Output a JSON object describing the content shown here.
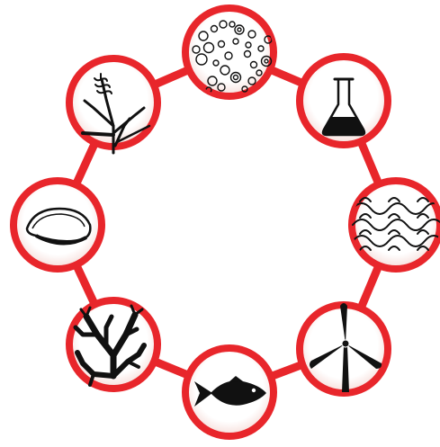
{
  "colors": {
    "ring": "#e8262b",
    "icon": "#111111",
    "node_fill_center": "#ffffff",
    "node_fill_edge": "#f6dcd8"
  },
  "nodes": [
    {
      "id": "bubbles",
      "icon": "bubbles-icon"
    },
    {
      "id": "flask",
      "icon": "flask-icon"
    },
    {
      "id": "waves",
      "icon": "waves-icon"
    },
    {
      "id": "wind-turbine",
      "icon": "wind-turbine-icon"
    },
    {
      "id": "fish",
      "icon": "fish-icon"
    },
    {
      "id": "coral",
      "icon": "coral-icon"
    },
    {
      "id": "mussel",
      "icon": "mussel-icon"
    },
    {
      "id": "marsh-grass",
      "icon": "marsh-grass-icon"
    }
  ]
}
